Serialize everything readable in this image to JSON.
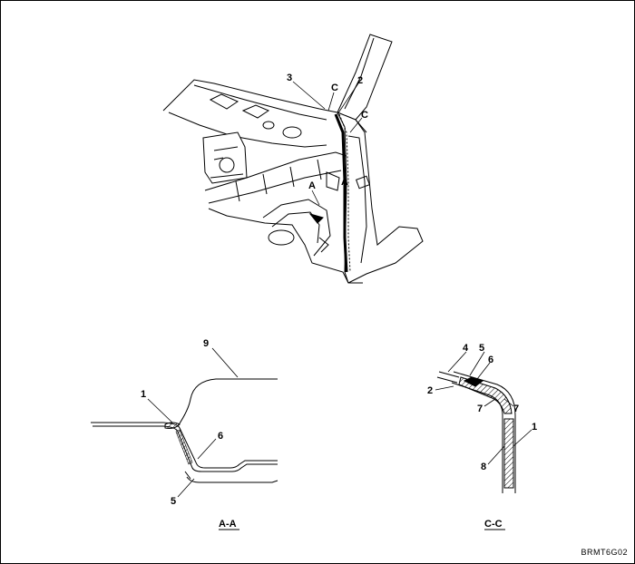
{
  "top_view": {
    "callouts": {
      "c3": "3",
      "c2": "2",
      "cC1": "C",
      "cC2": "C",
      "cA1": "A",
      "cA2": "A"
    }
  },
  "section_aa": {
    "title": "A-A",
    "callouts": {
      "c9": "9",
      "c1": "1",
      "c6": "6",
      "c5": "5"
    }
  },
  "section_cc": {
    "title": "C-C",
    "callouts": {
      "c4": "4",
      "c5": "5",
      "c6": "6",
      "c2": "2",
      "c7a": "7",
      "c7b": "7",
      "c1": "1",
      "c8": "8"
    }
  },
  "figure_code": "BRMT6G02"
}
